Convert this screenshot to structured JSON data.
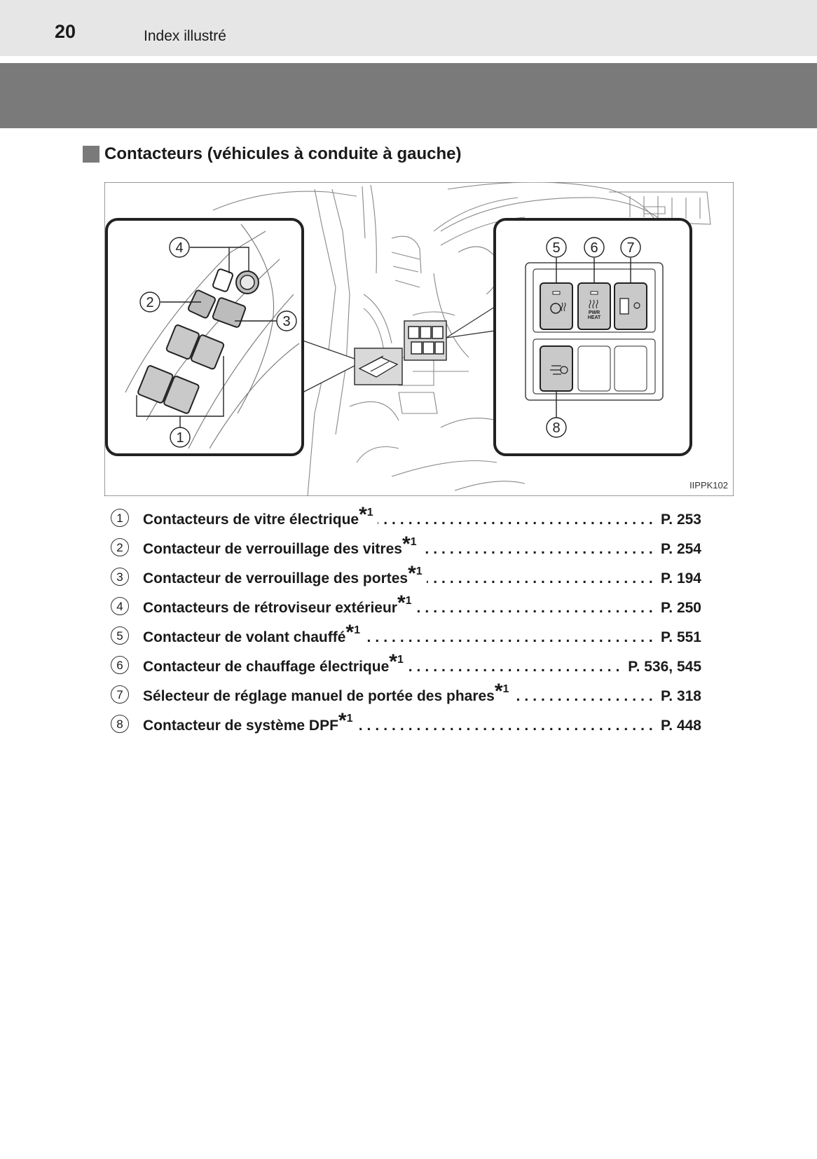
{
  "header": {
    "page_number": "20",
    "title": "Index illustré"
  },
  "section": {
    "title": "Contacteurs (véhicules à conduite à gauche)"
  },
  "figure": {
    "code": "IIPPK102",
    "button_labels": {
      "pwr": "PWR",
      "heat": "HEAT"
    },
    "callouts": [
      "1",
      "2",
      "3",
      "4",
      "5",
      "6",
      "7",
      "8"
    ]
  },
  "legend": [
    {
      "num": "1",
      "label": "Contacteurs de vitre électrique",
      "note": "1",
      "page": "P. 253"
    },
    {
      "num": "2",
      "label": "Contacteur de verrouillage des vitres",
      "note": "1",
      "page": "P. 254"
    },
    {
      "num": "3",
      "label": "Contacteur de verrouillage des portes",
      "note": "1",
      "page": "P. 194"
    },
    {
      "num": "4",
      "label": "Contacteurs de rétroviseur extérieur",
      "note": "1",
      "page": "P. 250"
    },
    {
      "num": "5",
      "label": "Contacteur de volant chauffé",
      "note": "1",
      "page": "P. 551"
    },
    {
      "num": "6",
      "label": "Contacteur de chauffage électrique",
      "note": "1",
      "page": "P. 536, 545"
    },
    {
      "num": "7",
      "label": "Sélecteur de réglage manuel de portée des phares",
      "note": "1",
      "page": "P. 318"
    },
    {
      "num": "8",
      "label": "Contacteur de système DPF",
      "note": "1",
      "page": "P. 448"
    }
  ]
}
